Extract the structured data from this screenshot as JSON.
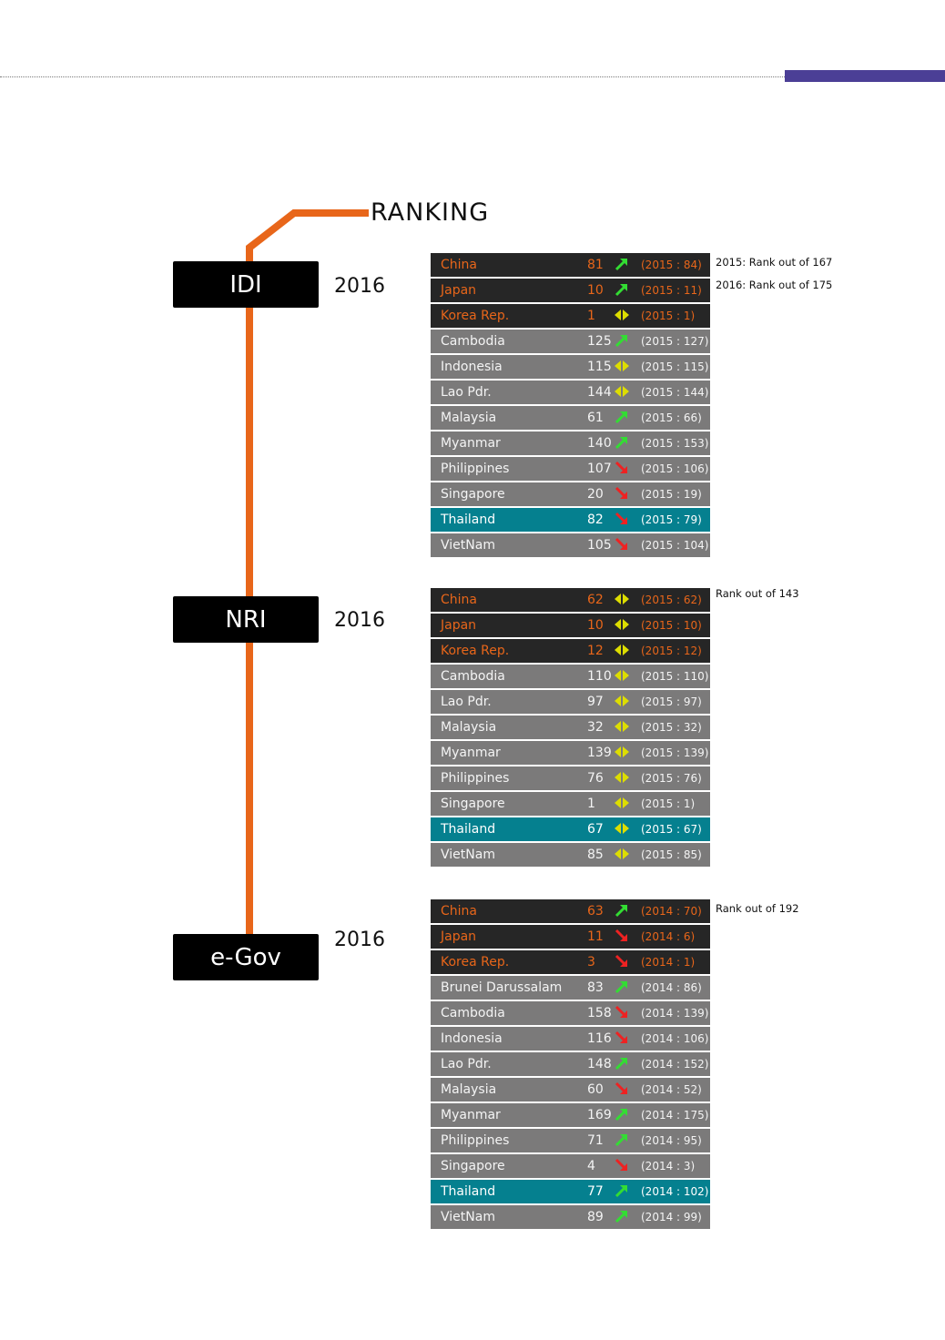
{
  "colors": {
    "accent_bar": "#4b3f96",
    "spine": "#e8661a",
    "row_default": "#7b7a7a",
    "row_top": "#262626",
    "row_highlight": "#05808f",
    "top_text": "#e8661a",
    "arrow_up": "#33dd33",
    "arrow_down": "#ee2222",
    "arrow_same": "#dddd00"
  },
  "title": "RANKING",
  "indices": [
    {
      "label": "IDI",
      "year": "2016",
      "notes": [
        "2015: Rank out of 167",
        "2016: Rank out of 175"
      ],
      "rows": [
        {
          "name": "China",
          "rank": "81",
          "trend": "up",
          "prev": "(2015 : 84)",
          "style": "top"
        },
        {
          "name": "Japan",
          "rank": "10",
          "trend": "up",
          "prev": "(2015 : 11)",
          "style": "top"
        },
        {
          "name": "Korea Rep.",
          "rank": "1",
          "trend": "same",
          "prev": "(2015 : 1)",
          "style": "top"
        },
        {
          "name": "Cambodia",
          "rank": "125",
          "trend": "up",
          "prev": "(2015 : 127)",
          "style": "default"
        },
        {
          "name": "Indonesia",
          "rank": "115",
          "trend": "same",
          "prev": "(2015 : 115)",
          "style": "default"
        },
        {
          "name": "Lao Pdr.",
          "rank": "144",
          "trend": "same",
          "prev": "(2015 : 144)",
          "style": "default"
        },
        {
          "name": "Malaysia",
          "rank": "61",
          "trend": "up",
          "prev": "(2015 : 66)",
          "style": "default"
        },
        {
          "name": "Myanmar",
          "rank": "140",
          "trend": "up",
          "prev": "(2015 : 153)",
          "style": "default"
        },
        {
          "name": "Philippines",
          "rank": "107",
          "trend": "down",
          "prev": "(2015 : 106)",
          "style": "default"
        },
        {
          "name": "Singapore",
          "rank": "20",
          "trend": "down",
          "prev": "(2015 : 19)",
          "style": "default"
        },
        {
          "name": "Thailand",
          "rank": "82",
          "trend": "down",
          "prev": "(2015 : 79)",
          "style": "hl"
        },
        {
          "name": "VietNam",
          "rank": "105",
          "trend": "down",
          "prev": "(2015 : 104)",
          "style": "default"
        }
      ]
    },
    {
      "label": "NRI",
      "year": "2016",
      "notes": [
        "Rank out of 143"
      ],
      "rows": [
        {
          "name": "China",
          "rank": "62",
          "trend": "same",
          "prev": "(2015 : 62)",
          "style": "top"
        },
        {
          "name": "Japan",
          "rank": "10",
          "trend": "same",
          "prev": "(2015 : 10)",
          "style": "top"
        },
        {
          "name": "Korea Rep.",
          "rank": "12",
          "trend": "same",
          "prev": "(2015 : 12)",
          "style": "top"
        },
        {
          "name": "Cambodia",
          "rank": "110",
          "trend": "same",
          "prev": "(2015 : 110)",
          "style": "default"
        },
        {
          "name": "Lao Pdr.",
          "rank": "97",
          "trend": "same",
          "prev": "(2015 : 97)",
          "style": "default"
        },
        {
          "name": "Malaysia",
          "rank": "32",
          "trend": "same",
          "prev": "(2015 : 32)",
          "style": "default"
        },
        {
          "name": "Myanmar",
          "rank": "139",
          "trend": "same",
          "prev": "(2015 : 139)",
          "style": "default"
        },
        {
          "name": "Philippines",
          "rank": "76",
          "trend": "same",
          "prev": "(2015 : 76)",
          "style": "default"
        },
        {
          "name": "Singapore",
          "rank": "1",
          "trend": "same",
          "prev": "(2015 : 1)",
          "style": "default"
        },
        {
          "name": "Thailand",
          "rank": "67",
          "trend": "same",
          "prev": "(2015 : 67)",
          "style": "hl"
        },
        {
          "name": "VietNam",
          "rank": "85",
          "trend": "same",
          "prev": "(2015 : 85)",
          "style": "default"
        }
      ]
    },
    {
      "label": "e-Gov",
      "year": "2016",
      "notes": [
        "Rank out of 192"
      ],
      "rows": [
        {
          "name": "China",
          "rank": "63",
          "trend": "up",
          "prev": "(2014 : 70)",
          "style": "top"
        },
        {
          "name": "Japan",
          "rank": "11",
          "trend": "down",
          "prev": "(2014 : 6)",
          "style": "top"
        },
        {
          "name": "Korea Rep.",
          "rank": "3",
          "trend": "down",
          "prev": "(2014 : 1)",
          "style": "top"
        },
        {
          "name": "Brunei Darussalam",
          "rank": "83",
          "trend": "up",
          "prev": "(2014 : 86)",
          "style": "default"
        },
        {
          "name": "Cambodia",
          "rank": "158",
          "trend": "down",
          "prev": "(2014 : 139)",
          "style": "default"
        },
        {
          "name": "Indonesia",
          "rank": "116",
          "trend": "down",
          "prev": "(2014 : 106)",
          "style": "default"
        },
        {
          "name": "Lao Pdr.",
          "rank": "148",
          "trend": "up",
          "prev": "(2014 : 152)",
          "style": "default"
        },
        {
          "name": "Malaysia",
          "rank": "60",
          "trend": "down",
          "prev": "(2014 : 52)",
          "style": "default"
        },
        {
          "name": "Myanmar",
          "rank": "169",
          "trend": "up",
          "prev": "(2014 : 175)",
          "style": "default"
        },
        {
          "name": "Philippines",
          "rank": "71",
          "trend": "up",
          "prev": "(2014 : 95)",
          "style": "default"
        },
        {
          "name": "Singapore",
          "rank": "4",
          "trend": "down",
          "prev": "(2014 : 3)",
          "style": "default"
        },
        {
          "name": "Thailand",
          "rank": "77",
          "trend": "up",
          "prev": "(2014 : 102)",
          "style": "hl"
        },
        {
          "name": "VietNam",
          "rank": "89",
          "trend": "up",
          "prev": "(2014 : 99)",
          "style": "default"
        }
      ]
    }
  ]
}
